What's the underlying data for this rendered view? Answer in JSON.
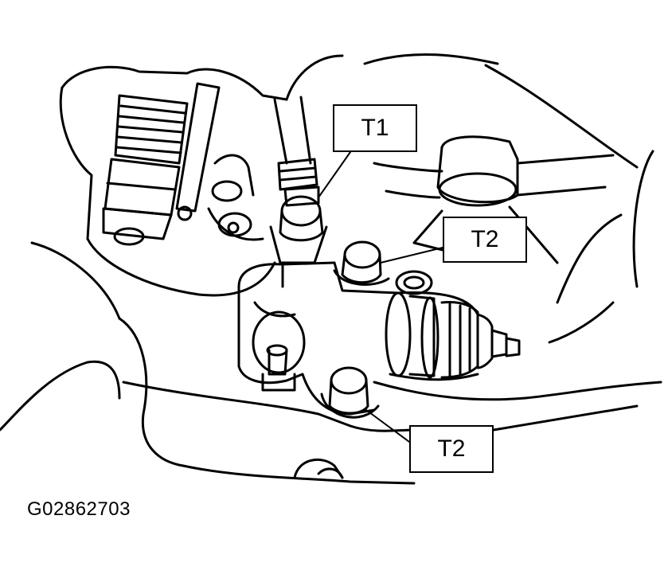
{
  "labels": {
    "t1": "T1",
    "t2_upper": "T2",
    "t2_lower": "T2"
  },
  "figure_code": "G02862703",
  "colors": {
    "line": "#000000",
    "background": "#ffffff"
  }
}
